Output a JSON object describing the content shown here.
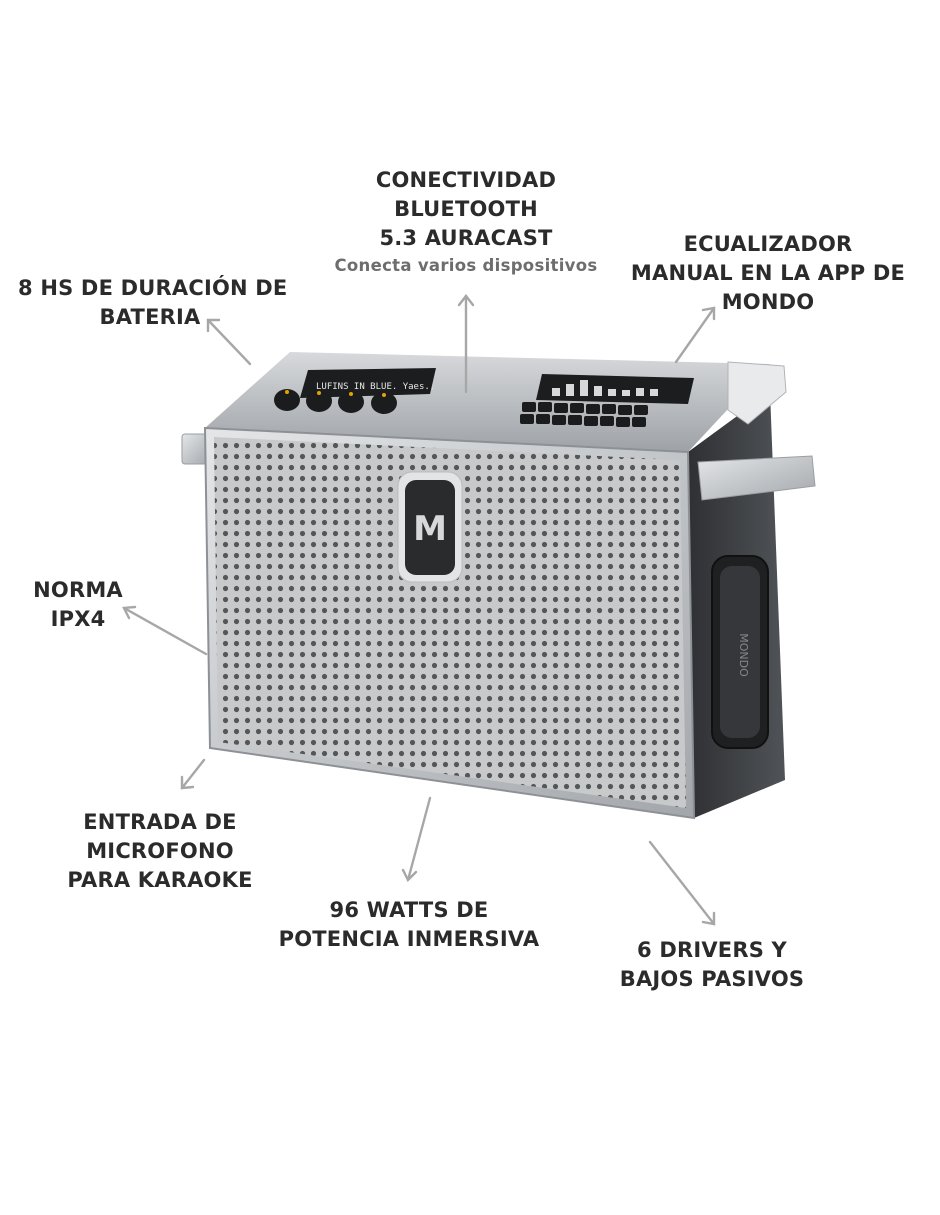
{
  "callouts": {
    "battery": {
      "lines": [
        "8 HS DE DURACIÓN DE",
        "BATERIA"
      ]
    },
    "bluetooth": {
      "lines": [
        "CONECTIVIDAD",
        "BLUETOOTH",
        "5.3 AURACAST"
      ],
      "sub": "Conecta varios dispositivos"
    },
    "equalizer": {
      "lines": [
        "ECUALIZADOR",
        "MANUAL EN LA APP DE",
        "MONDO"
      ]
    },
    "ipx4": {
      "lines": [
        "NORMA",
        "IPX4"
      ]
    },
    "microphone": {
      "lines": [
        "ENTRADA DE",
        "MICROFONO",
        "PARA KARAOKE"
      ]
    },
    "power": {
      "lines": [
        "96 WATTS DE",
        "POTENCIA INMERSIVA"
      ]
    },
    "drivers": {
      "lines": [
        "6 DRIVERS Y",
        "BAJOS PASIVOS"
      ]
    }
  },
  "product": {
    "display_text": "LUFINS IN BLUE. Yaes..",
    "side_brand": "MONDO",
    "logo_glyph": "M"
  },
  "colors": {
    "text": "#2b2b2b",
    "subtext": "#6d6d6d",
    "arrow": "#a7a7a7",
    "metal": "#c9cccf",
    "dark_panel": "#3a3c3f",
    "knob_accent": "#e0a400"
  }
}
